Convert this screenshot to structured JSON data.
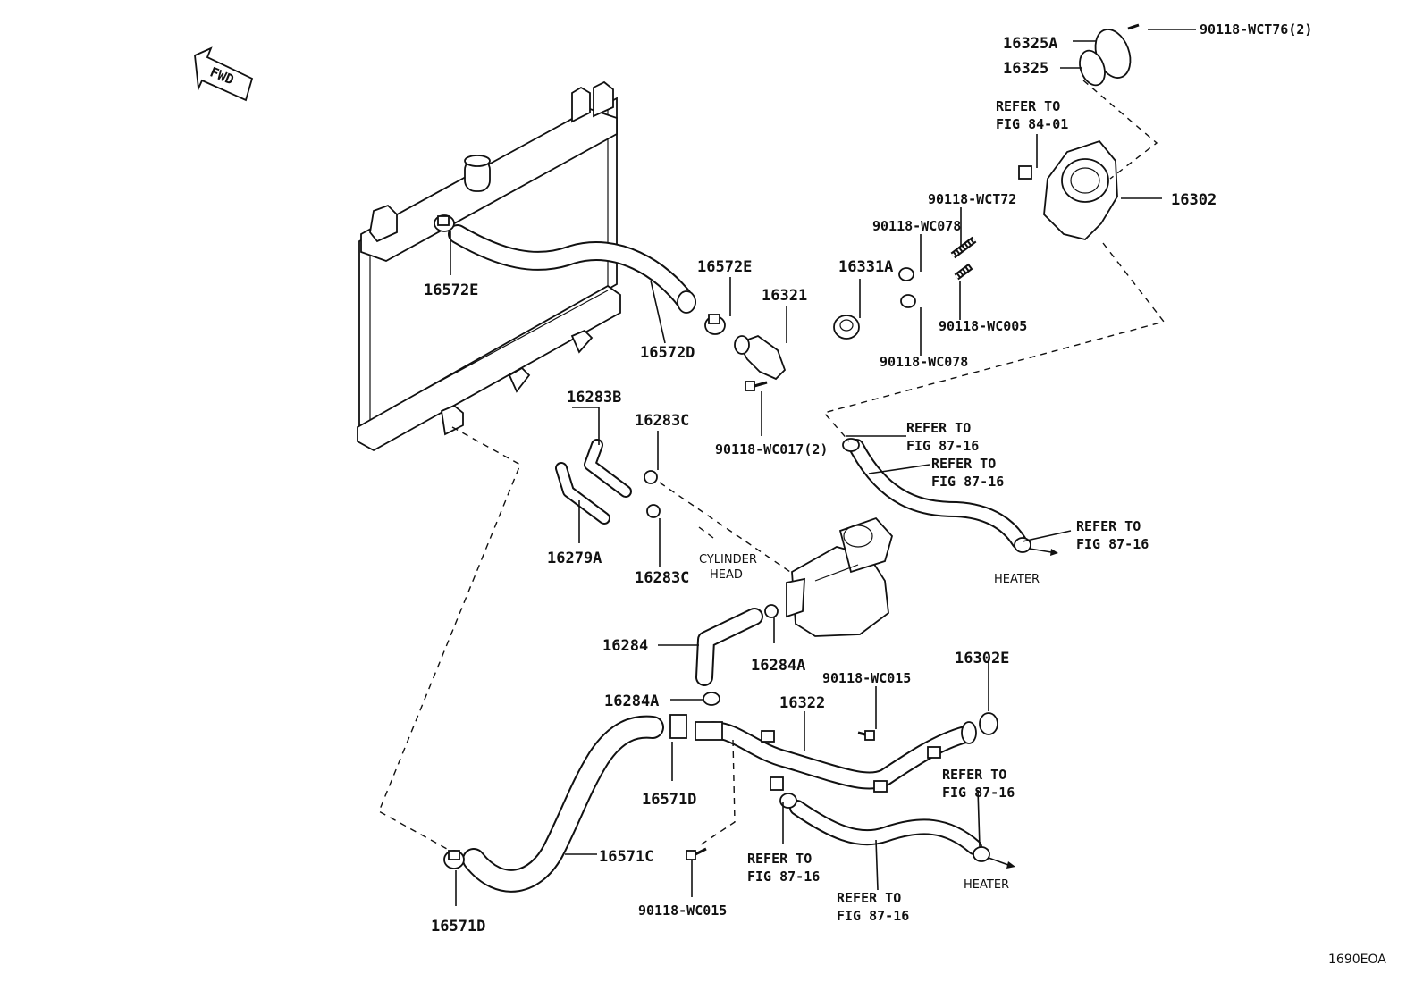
{
  "fwd_label": "FWD",
  "figure_code": "1690EOA",
  "labels": {
    "p16325A": "16325A",
    "p16325": "16325",
    "p90118_WCT76": "90118-WCT76(2)",
    "refer_84_01_a": "REFER TO",
    "refer_84_01_b": "FIG 84-01",
    "p16302": "16302",
    "p90118_WCT72": "90118-WCT72",
    "p90118_WC078_a": "90118-WC078",
    "p90118_WC005": "90118-WC005",
    "p90118_WC078_b": "90118-WC078",
    "p16331A": "16331A",
    "p16321": "16321",
    "p16572E_a": "16572E",
    "p16572E_b": "16572E",
    "p16572D": "16572D",
    "p90118_WC017": "90118-WC017(2)",
    "p16283B": "16283B",
    "p16283C_a": "16283C",
    "p16283C_b": "16283C",
    "p16279A": "16279A",
    "cylinder_a": "CYLINDER",
    "cylinder_b": "HEAD",
    "refer_a1": "REFER TO",
    "refer_a2": "FIG 87-16",
    "refer_b1": "REFER TO",
    "refer_b2": "FIG 87-16",
    "refer_c1": "REFER TO",
    "refer_c2": "FIG 87-16",
    "heater_a": "HEATER",
    "p16284": "16284",
    "p16284A_a": "16284A",
    "p16284A_b": "16284A",
    "p90118_WC015_a": "90118-WC015",
    "p16302E": "16302E",
    "p16322": "16322",
    "p16571D_a": "16571D",
    "refer_d1": "REFER TO",
    "refer_d2": "FIG 87-16",
    "p16571C": "16571C",
    "refer_e1": "REFER TO",
    "refer_e2": "FIG 87-16",
    "refer_f1": "REFER TO",
    "refer_f2": "FIG 87-16",
    "heater_b": "HEATER",
    "p90118_WC015_b": "90118-WC015",
    "p16571D_b": "16571D"
  }
}
